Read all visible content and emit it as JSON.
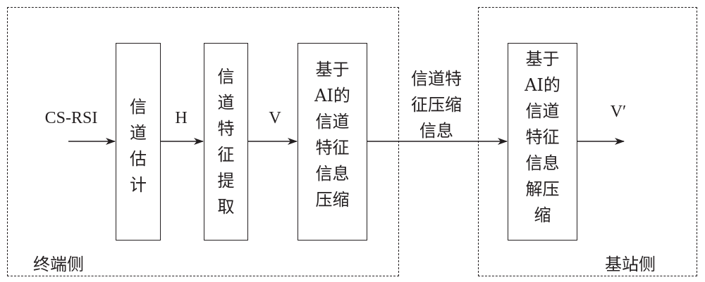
{
  "regions": {
    "terminal": {
      "label": "终端侧"
    },
    "base_station": {
      "label": "基站侧"
    }
  },
  "blocks": [
    {
      "lines": [
        "信",
        "道",
        "估",
        "计"
      ]
    },
    {
      "lines": [
        "信",
        "道",
        "特",
        "征",
        "提",
        "取"
      ]
    },
    {
      "lines": [
        "基于",
        "AI的",
        "信道",
        "特征",
        "信息",
        "压缩"
      ]
    },
    {
      "lines": [
        "基于",
        "AI的",
        "信道",
        "特征",
        "信息",
        "解压",
        "缩"
      ]
    }
  ],
  "signals": {
    "input": "CS-RSI",
    "h": "H",
    "v": "V",
    "compressed": [
      "信道特",
      "征压缩",
      "信息"
    ],
    "output": "V′"
  },
  "colors": {
    "stroke": "#231f20"
  }
}
